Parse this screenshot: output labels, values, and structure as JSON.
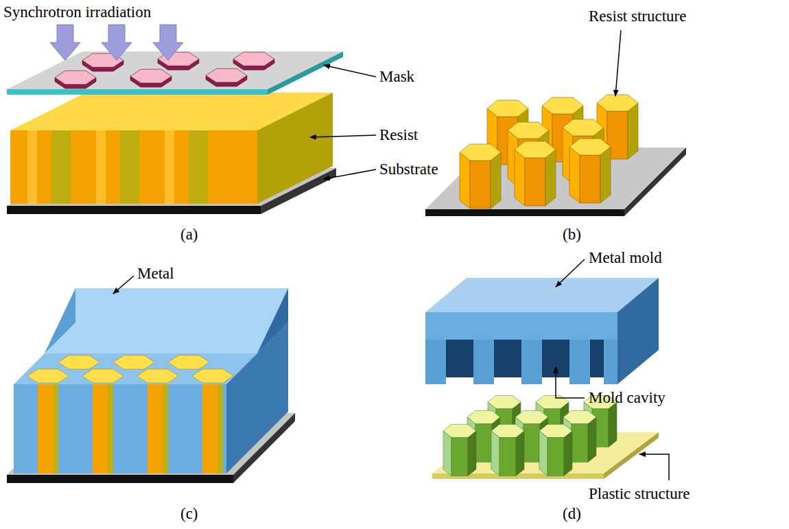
{
  "diagram": {
    "labels": [
      "Synchrotron irradiation",
      "Mask",
      "Resist",
      "Substrate",
      "Resist structure",
      "(a)",
      "(b)",
      "Metal",
      "Metal mold",
      "Mold cavity",
      "Plastic structure",
      "(c)",
      "(d)"
    ]
  }
}
